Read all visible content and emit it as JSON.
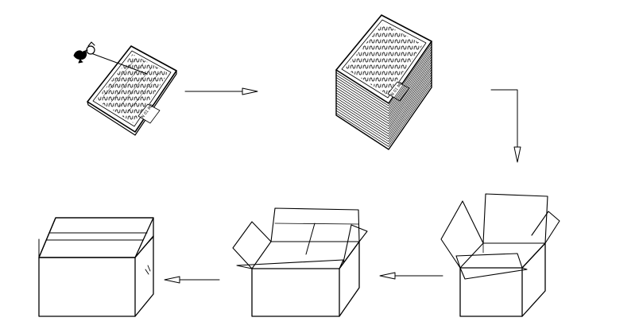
{
  "diagram": {
    "stroke_color": "#000000",
    "background": "#ffffff",
    "steps": [
      {
        "name": "tray-inspection",
        "icon": "stamp-icon"
      },
      {
        "name": "tray-stacking",
        "icon": "stack-icon"
      },
      {
        "name": "box-open",
        "icon": "open-box-icon"
      },
      {
        "name": "box-folding",
        "icon": "folding-box-icon"
      },
      {
        "name": "box-sealed",
        "icon": "sealed-box-icon"
      }
    ],
    "flow": [
      "right",
      "down",
      "left",
      "left"
    ],
    "tray_label": "IN 01 MA"
  }
}
